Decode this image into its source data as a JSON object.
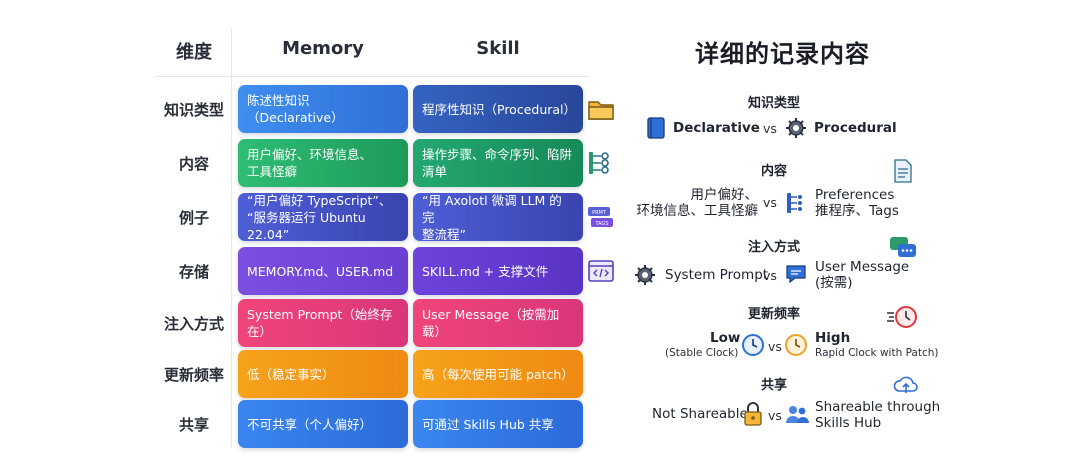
{
  "table": {
    "headers": {
      "dimension": "维度",
      "memory": "Memory",
      "skill": "Skill"
    },
    "rows": [
      {
        "label": "知识类型",
        "memory": [
          "陈述性知识（Declarative）"
        ],
        "skill": [
          "程序性知识（Procedural）"
        ]
      },
      {
        "label": "内容",
        "memory": [
          "用户偏好、环境信息、",
          "工具怪癖"
        ],
        "skill": [
          "操作步骤、命令序列、陷阱",
          "清单"
        ]
      },
      {
        "label": "例子",
        "memory": [
          "“用户偏好 TypeScript”、",
          "“服务器运行 Ubuntu 22.04”"
        ],
        "skill": [
          "“用 Axolotl 微调 LLM 的完",
          "整流程”"
        ]
      },
      {
        "label": "存储",
        "memory": [
          "MEMORY.md、USER.md"
        ],
        "skill": [
          "SKILL.md + 支撑文件"
        ]
      },
      {
        "label": "注入方式",
        "memory": [
          "System Prompt（始终存在）"
        ],
        "skill": [
          "User Message（按需加载）"
        ]
      },
      {
        "label": "更新频率",
        "memory": [
          "低（稳定事实）"
        ],
        "skill": [
          "高（每次使用可能 patch）"
        ]
      },
      {
        "label": "共享",
        "memory": [
          "不可共享（个人偏好）"
        ],
        "skill": [
          "可通过 Skills Hub 共享"
        ]
      }
    ],
    "side_icons": [
      "folder-icon",
      "flow-tree-icon",
      "prompt-tags-icon",
      "code-window-icon"
    ],
    "side_icon_tags": {
      "top": "PRMT",
      "bottom": "TAGS"
    }
  },
  "detail": {
    "title": "详细的记录内容",
    "knowledge_type": {
      "heading": "知识类型",
      "left": "Declarative",
      "vs": "vs",
      "right": "Procedural"
    },
    "content": {
      "heading": "内容",
      "left_line1": "用户偏好、",
      "left_line2": "环境信息、工具怪癖",
      "vs": "vs",
      "right_line1": "Preferences",
      "right_line2": "推程序、Tags"
    },
    "injection": {
      "heading": "注入方式",
      "left": "System Prompt",
      "vs": "vs",
      "right_line1": "User Message",
      "right_line2": "(按需)"
    },
    "frequency": {
      "heading": "更新频率",
      "left": "Low",
      "left_sub": "(Stable Clock)",
      "vs": "vs",
      "right": "High",
      "right_sub": "Rapid Clock with Patch)"
    },
    "sharing": {
      "heading": "共享",
      "left": "Not Shareable",
      "vs": "vs",
      "right_line1": "Shareable through",
      "right_line2": "Skills Hub"
    }
  },
  "colors": {
    "memory_blue": "#3f8ef0",
    "skill_navy": "#3563c2",
    "green": "#2fbd74",
    "purple": "#7b4fe0",
    "pink": "#f0457a",
    "orange": "#f6a21b"
  }
}
